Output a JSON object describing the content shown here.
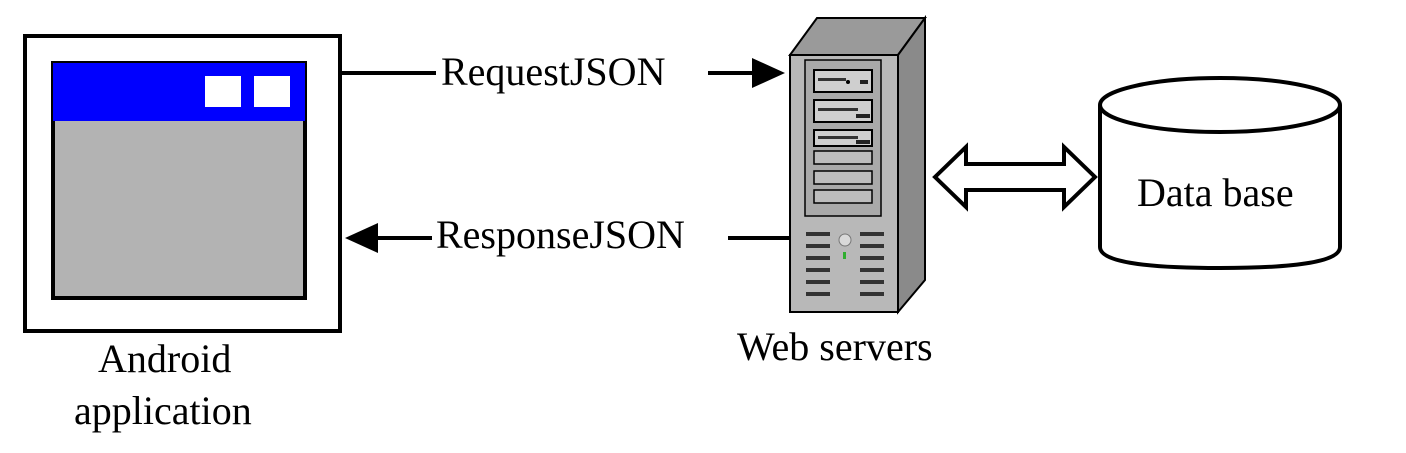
{
  "labels": {
    "request": "RequestJSON",
    "response": "ResponseJSON",
    "android_line1": "Android",
    "android_line2": "application",
    "web_servers": "Web servers",
    "database": "Data base"
  },
  "colors": {
    "app_titlebar": "#0000ff",
    "app_body": "#b3b3b3",
    "server_body": "#b8b8b8",
    "server_side": "#8a8a8a",
    "stroke": "#000000"
  },
  "icons": {
    "android_app": "app-window-icon",
    "server": "server-tower-icon",
    "database": "database-cylinder-icon",
    "link": "double-arrow-icon"
  }
}
